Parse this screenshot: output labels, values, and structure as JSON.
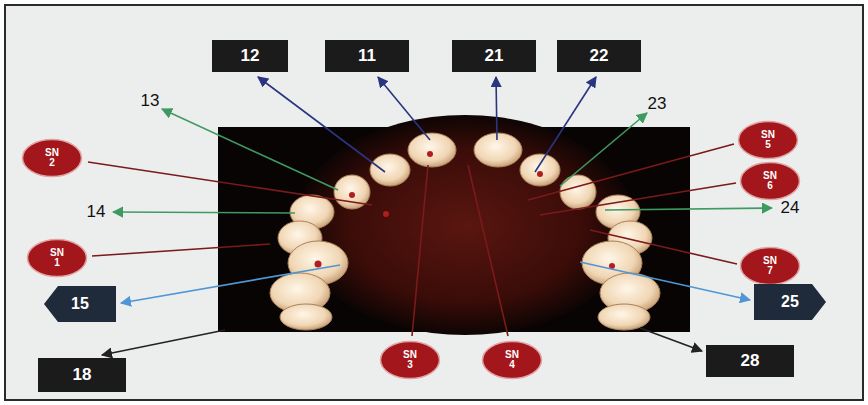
{
  "diagram": {
    "nodes": [
      {
        "text": [
          "12"
        ]
      },
      {
        "text": [
          "11"
        ]
      },
      {
        "text": [
          "21"
        ]
      },
      {
        "text": [
          "22"
        ]
      },
      {
        "text": [
          "SN 5"
        ]
      },
      {
        "text": [
          "SN 2"
        ]
      },
      {
        "text": [
          "SN 6"
        ]
      },
      {
        "text": [
          "SN 1"
        ]
      },
      {
        "text": [
          "SN 7"
        ]
      },
      {
        "text": [
          "25"
        ]
      },
      {
        "text": [
          "15"
        ]
      },
      {
        "text": [
          "28"
        ]
      },
      {
        "text": [
          "SN 3"
        ]
      },
      {
        "text": [
          "SN 4"
        ]
      },
      {
        "text": [
          "18"
        ]
      }
    ],
    "labels": [
      "13",
      "23",
      "14",
      "24"
    ]
  }
}
